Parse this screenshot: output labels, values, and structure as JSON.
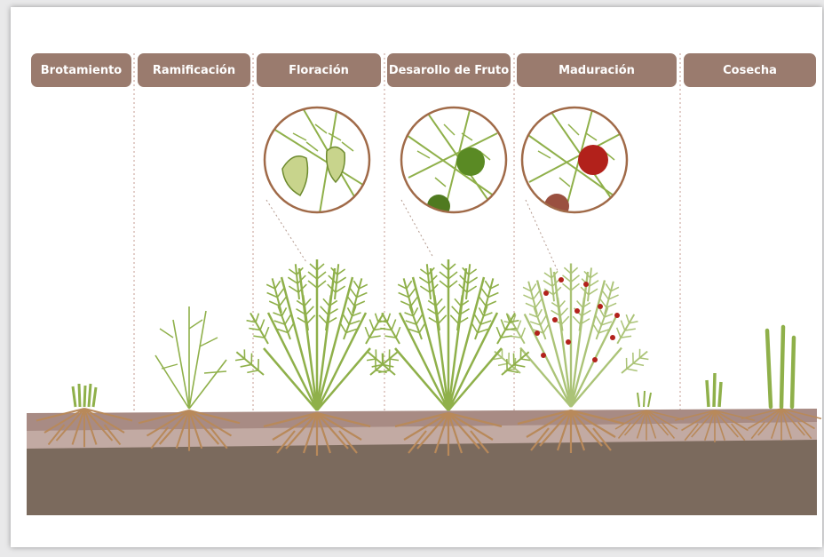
{
  "stages": [
    {
      "label": "Brotamiento"
    },
    {
      "label": "Ramificación"
    },
    {
      "label": "Floración"
    },
    {
      "label": "Desarollo de Fruto"
    },
    {
      "label": "Maduración"
    },
    {
      "label": "Cosecha"
    }
  ],
  "colors": {
    "header_bg": "#9a7b6e",
    "header_text": "#ffffff",
    "divider": "#c49b92",
    "soil_top": "#a88b84",
    "soil_deep": "#7b6a5d",
    "foliage": "#8fb04a",
    "roots": "#b8895a",
    "berry_green": "#5a8a24",
    "berry_red": "#b2211b",
    "callout_border": "#a06a48"
  },
  "icons": [
    "flower-bud-callout",
    "green-berry-callout",
    "red-berry-callout",
    "asparagus-spear"
  ]
}
